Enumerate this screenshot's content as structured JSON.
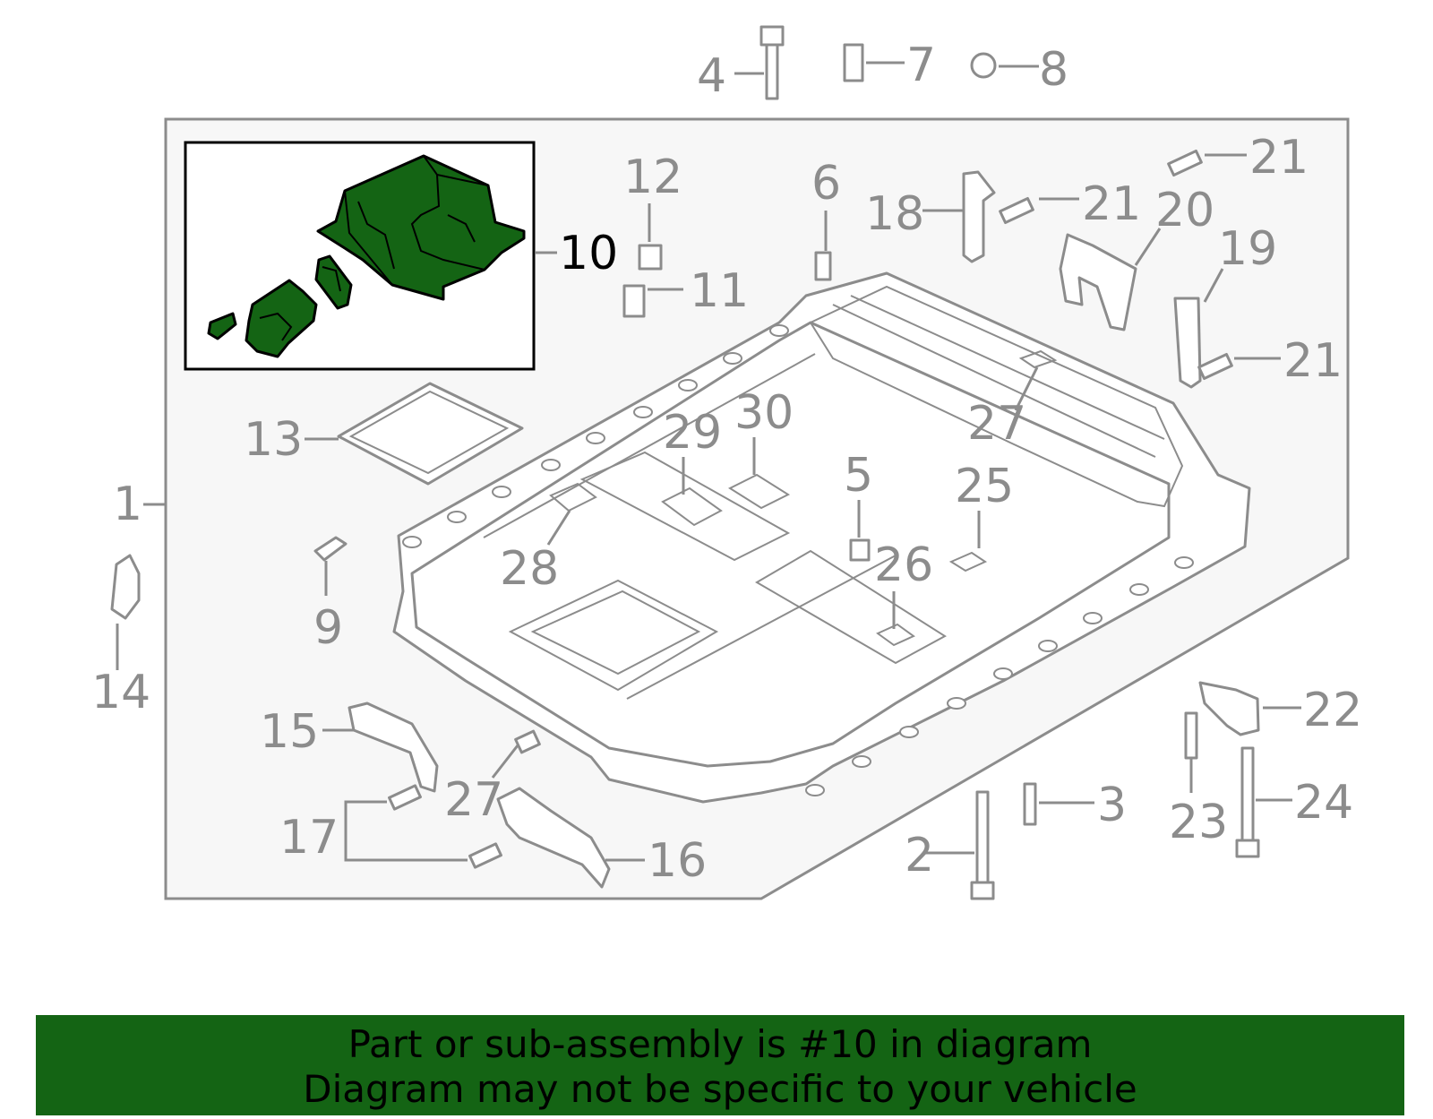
{
  "diagram": {
    "highlighted_part": "10",
    "callouts": {
      "c1": "1",
      "c2": "2",
      "c3": "3",
      "c4": "4",
      "c5": "5",
      "c6": "6",
      "c7": "7",
      "c8": "8",
      "c9": "9",
      "c10": "10",
      "c11": "11",
      "c12": "12",
      "c13": "13",
      "c14": "14",
      "c15": "15",
      "c16": "16",
      "c17": "17",
      "c18": "18",
      "c19": "19",
      "c20": "20",
      "c21a": "21",
      "c21b": "21",
      "c21c": "21",
      "c22": "22",
      "c23": "23",
      "c24": "24",
      "c25": "25",
      "c26": "26",
      "c27a": "27",
      "c27b": "27",
      "c28": "28",
      "c29": "29",
      "c30": "30"
    }
  },
  "banner": {
    "line1": "Part or sub-assembly is #10 in diagram",
    "line2": "Diagram may not be specific to your vehicle"
  },
  "colors": {
    "highlight": "#146414",
    "callout_gray": "#8c8c8c",
    "panel_bg": "#f7f7f7"
  }
}
